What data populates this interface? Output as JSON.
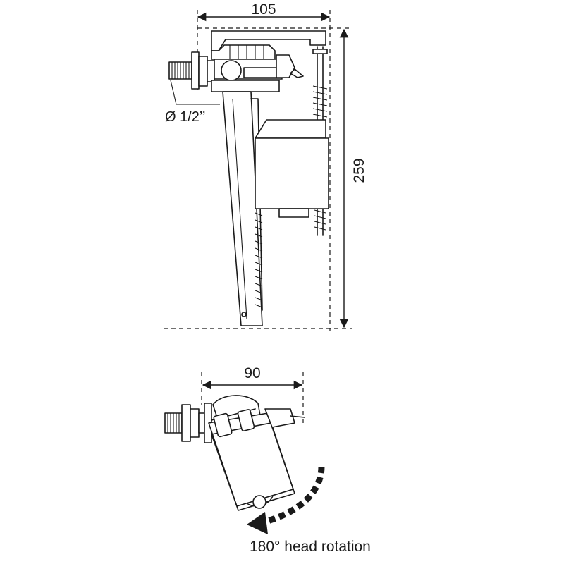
{
  "dimensions": {
    "top_width": "105",
    "height": "259",
    "pipe_diameter": "Ø 1/2’’",
    "head_width": "90"
  },
  "captions": {
    "rotation": "180° head rotation"
  },
  "colors": {
    "ink": "#1a1a1a",
    "background": "#ffffff"
  }
}
